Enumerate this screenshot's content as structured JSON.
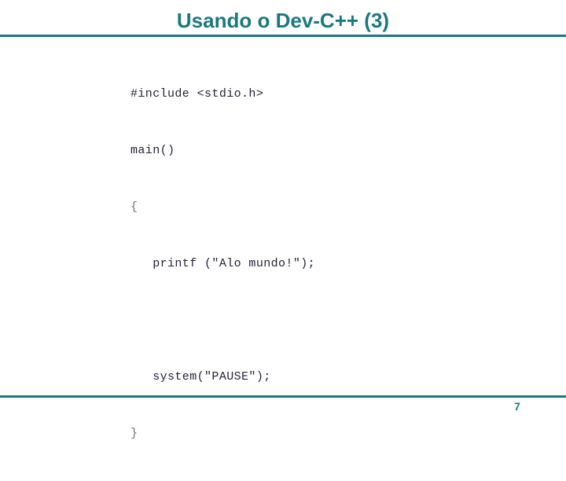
{
  "slide": {
    "title": "Usando o Dev-C++ (3)",
    "page_number": "7",
    "accent_color": "#1a787e",
    "background_color": "#ffffff",
    "code_text_color": "#23233b"
  },
  "code": {
    "language": "c",
    "lines": [
      "#include <stdio.h>",
      "main()",
      "{",
      "   printf (\"Alo mundo!\");",
      "",
      "   system(\"PAUSE\");",
      "}"
    ]
  }
}
